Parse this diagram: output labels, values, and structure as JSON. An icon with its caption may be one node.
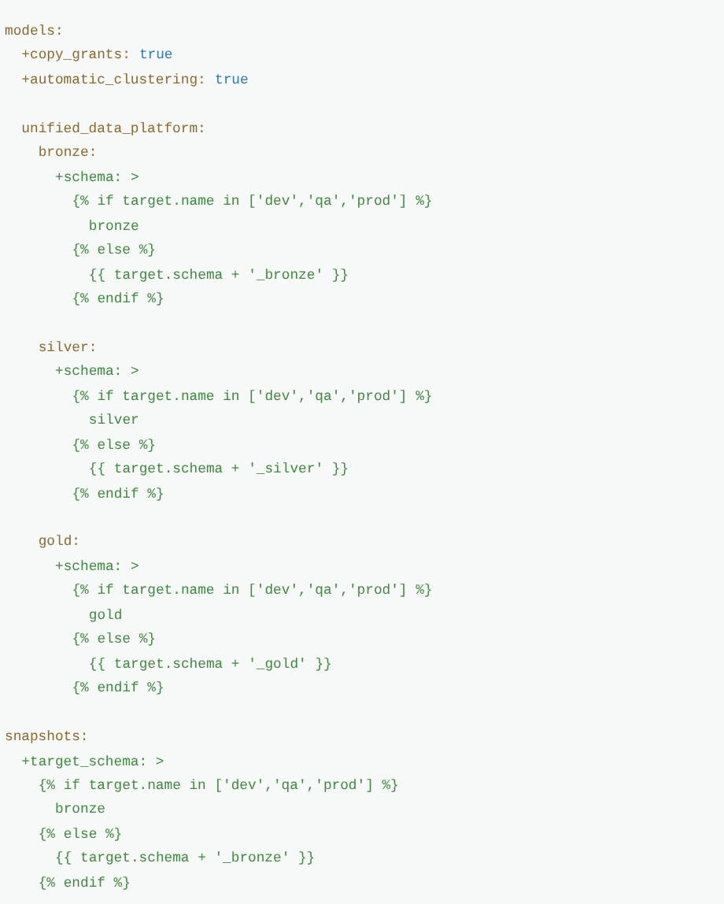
{
  "diagram": {
    "labels": [
      "models:",
      "+copy_grants:",
      "true",
      "+automatic_clustering:",
      "true",
      "unified_data_platform:",
      "bronze:",
      "+schema: >",
      "{% if target.name in ['dev','qa','prod'] %}",
      "bronze",
      "{% else %}",
      "{{ target.schema + '_bronze' }}",
      "{% endif %}",
      "silver:",
      "+schema: >",
      "{% if target.name in ['dev','qa','prod'] %}",
      "silver",
      "{% else %}",
      "{{ target.schema + '_silver' }}",
      "{% endif %}",
      "gold:",
      "+schema: >",
      "{% if target.name in ['dev','qa','prod'] %}",
      "gold",
      "{% else %}",
      "{{ target.schema + '_gold' }}",
      "{% endif %}",
      "snapshots:",
      "+target_schema: >",
      "{% if target.name in ['dev','qa','prod'] %}",
      "bronze",
      "{% else %}",
      "{{ target.schema + '_bronze' }}",
      "{% endif %}"
    ]
  }
}
